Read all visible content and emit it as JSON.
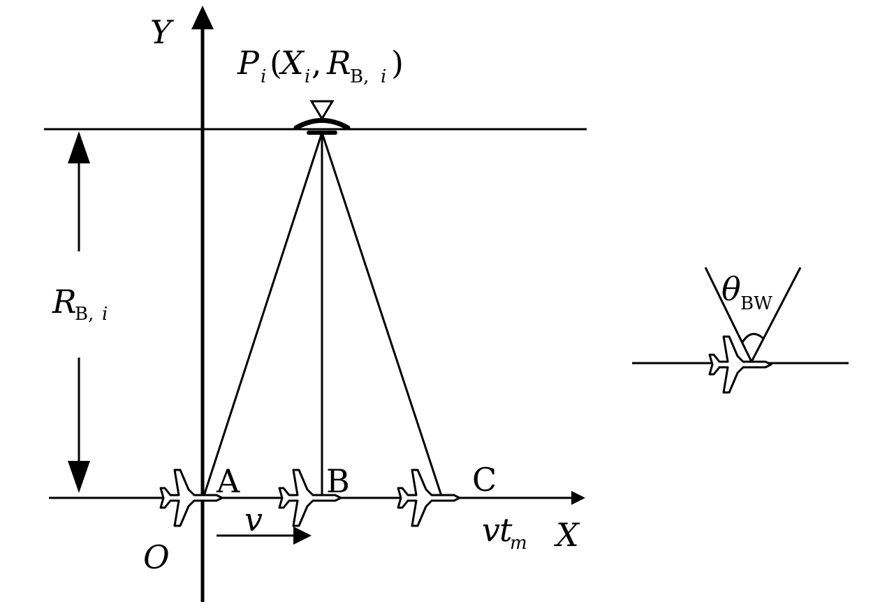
{
  "axes": {
    "x_label": "X",
    "y_label": "Y",
    "origin_label": "O"
  },
  "target": {
    "label_P": "P",
    "label_i": "i",
    "label_X": "X",
    "label_R": "R",
    "subscript_B": "B,",
    "symbol": "triangle"
  },
  "range_label": {
    "R": "R",
    "subscript_B": "B,",
    "subscript_i": "i"
  },
  "positions": {
    "A": "A",
    "B": "B",
    "C": "C"
  },
  "motion": {
    "velocity": "v",
    "distance_v": "v",
    "distance_t": "t",
    "distance_sub": "m"
  },
  "beam": {
    "theta": "θ",
    "subscript": "BW"
  },
  "icons": [
    "airplane-icon",
    "target-triangle-icon",
    "arrow-icon"
  ]
}
